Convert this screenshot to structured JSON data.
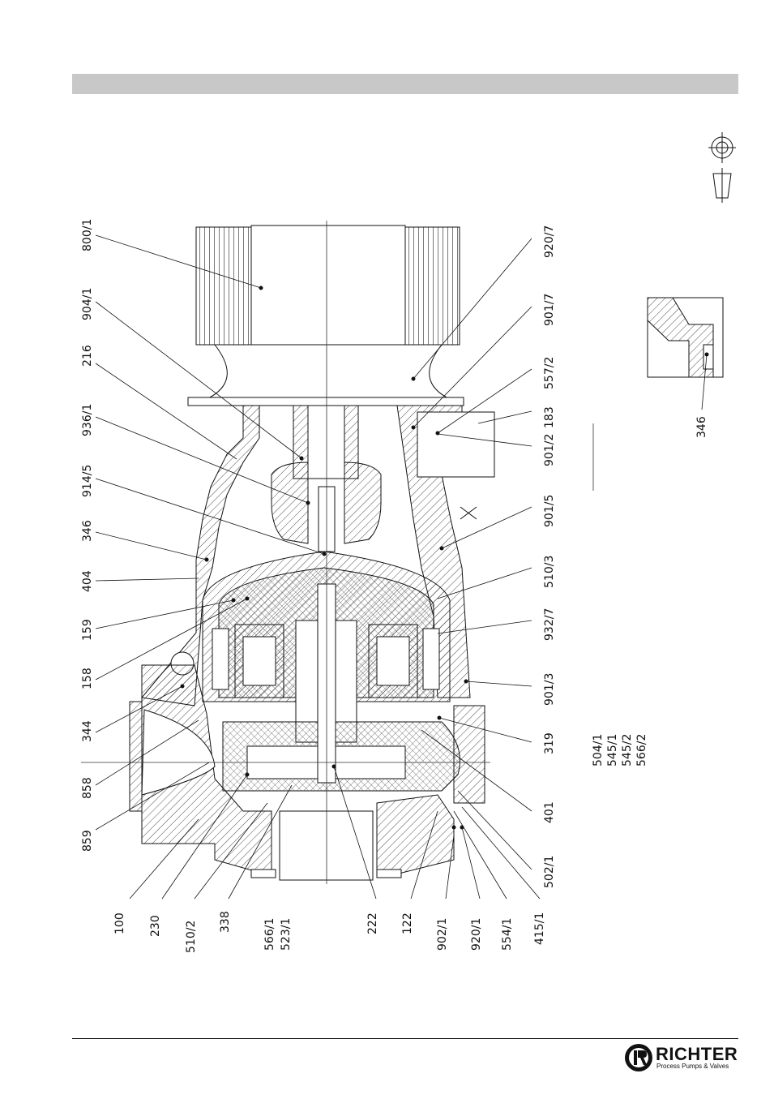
{
  "labels_top": [
    "800/1",
    "904/1",
    "216",
    "936/1",
    "914/5",
    "346",
    "404",
    "159",
    "158",
    "344",
    "858",
    "859"
  ],
  "labels_right": [
    "920/7",
    "901/7",
    "557/2",
    "183",
    "901/2",
    "901/5",
    "510/3",
    "932/7",
    "901/3",
    "319",
    "401",
    "502/1"
  ],
  "labels_bottom": [
    "100",
    "230",
    "510/2",
    "338",
    "566/1",
    "523/1",
    "222",
    "122",
    "902/1",
    "920/1",
    "554/1",
    "415/1"
  ],
  "label_list": [
    "504/1",
    "545/1",
    "545/2",
    "566/2"
  ],
  "detail_label": "346",
  "view_marker": "X",
  "logo": {
    "brand": "RICHTER",
    "tagline": "Process Pumps & Valves"
  }
}
